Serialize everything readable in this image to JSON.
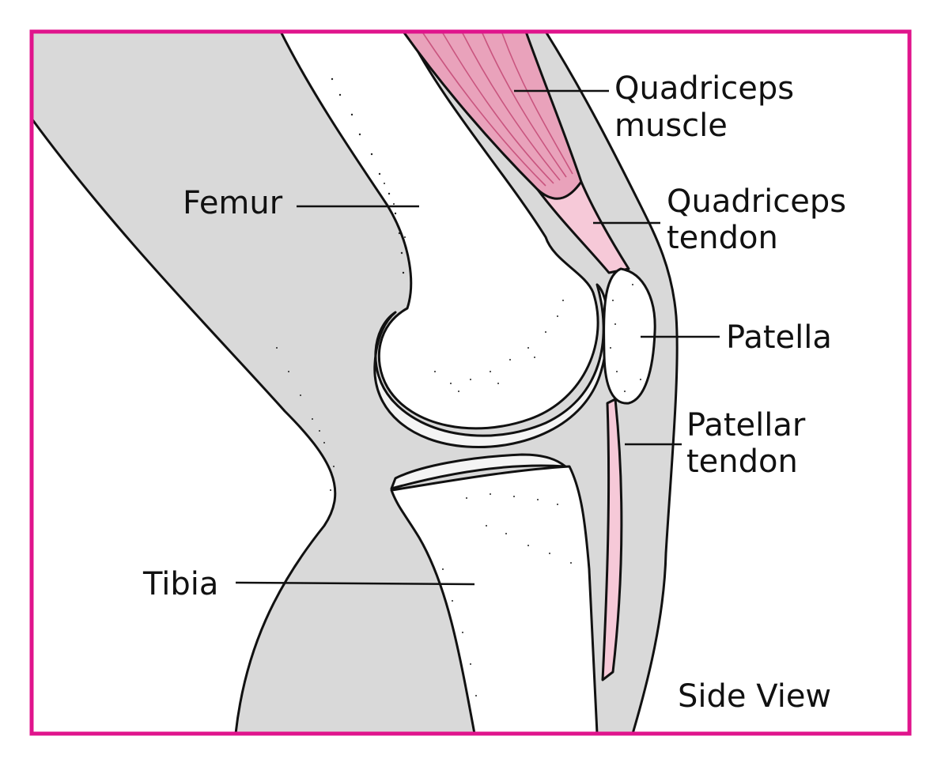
{
  "colors": {
    "frame": "#e0148c",
    "leg": "#d9d9d9",
    "bone": "#ffffff",
    "cartilage": "#f4f4f4",
    "muscle": "#e9a2bb",
    "muscle_dark": "#c9557f",
    "tendon": "#f6c9d8",
    "ink": "#111111"
  },
  "labels": {
    "quadriceps_muscle_line1": "Quadriceps",
    "quadriceps_muscle_line2": "muscle",
    "quadriceps_tendon_line1": "Quadriceps",
    "quadriceps_tendon_line2": "tendon",
    "femur": "Femur",
    "patella": "Patella",
    "patellar_tendon_line1": "Patellar",
    "patellar_tendon_line2": "tendon",
    "tibia": "Tibia",
    "view": "Side View"
  }
}
